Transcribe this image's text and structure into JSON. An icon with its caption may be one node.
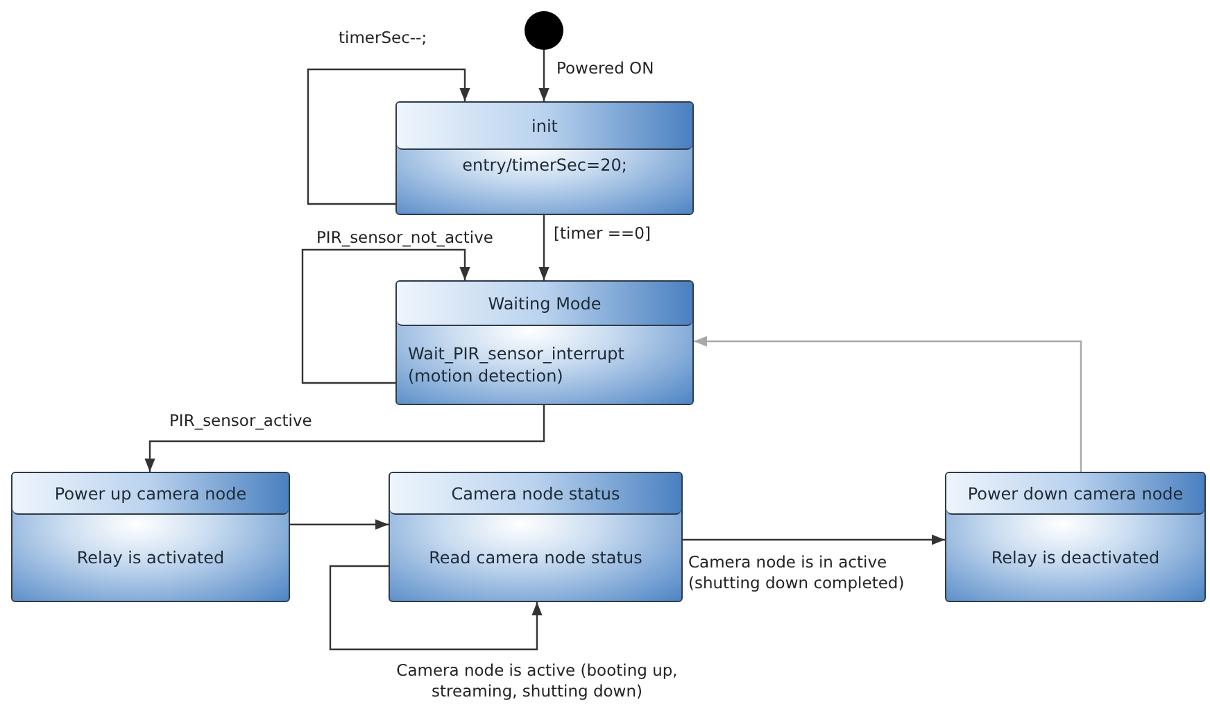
{
  "diagram": {
    "nodes": [
      {
        "text": [],
        "shape": "circle"
      },
      {
        "text": [
          "init",
          "entry/timerSec=20;"
        ]
      },
      {
        "text": [
          "Waiting Mode",
          "Wait_PIR_sensor_interrupt (motion detection)"
        ]
      },
      {
        "text": [
          "Power up camera node",
          "Relay is activated"
        ]
      },
      {
        "text": [
          "Camera node status",
          "Read camera node status"
        ]
      },
      {
        "text": [
          "Power down camera node",
          "Relay is deactivated"
        ]
      }
    ],
    "edges": [
      {
        "from": 0,
        "to": 1,
        "arrow": "to",
        "label": "Powered ON"
      },
      {
        "from": 1,
        "to": 1,
        "arrow": "to",
        "label": "timerSec--;"
      },
      {
        "from": 1,
        "to": 2,
        "arrow": "to",
        "label": "[timer ==0]"
      },
      {
        "from": 2,
        "to": 2,
        "arrow": "to",
        "label": "PIR_sensor_not_active"
      },
      {
        "from": 2,
        "to": 3,
        "arrow": "to",
        "label": "PIR_sensor_active"
      },
      {
        "from": 3,
        "to": 4,
        "arrow": "to"
      },
      {
        "from": 4,
        "to": 4,
        "arrow": "to",
        "label": "Camera node is active (booting up, streaming, shutting down)"
      },
      {
        "from": 4,
        "to": 5,
        "arrow": "to",
        "label": "Camera node is in active (shutting down completed)"
      },
      {
        "from": 5,
        "to": 2,
        "arrow": "to",
        "color": "#a8a8a8"
      }
    ]
  }
}
